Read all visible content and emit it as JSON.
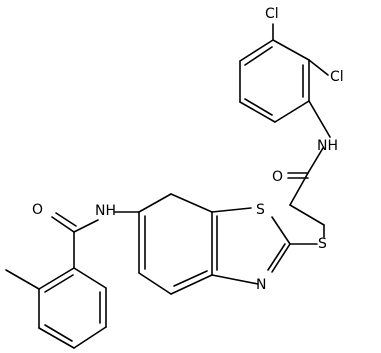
{
  "structure": {
    "atoms": {
      "cl_top": "Cl",
      "cl_right": "Cl",
      "nh_amide_right": "NH",
      "o_amide_right": "O",
      "s_thioether": "S",
      "s_ring": "S",
      "n_ring": "N",
      "nh_amide_left": "NH",
      "o_amide_left": "O"
    }
  }
}
